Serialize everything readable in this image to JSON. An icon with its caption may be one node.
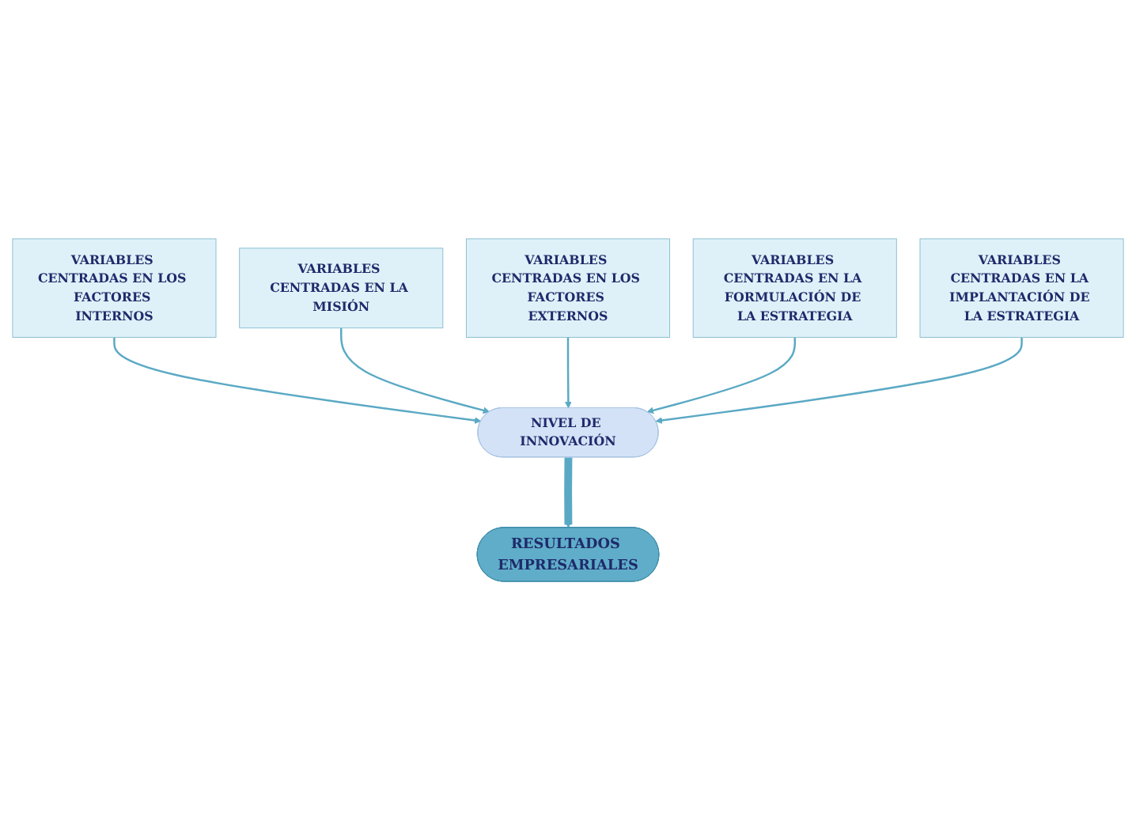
{
  "diagram": {
    "nodes": [
      {
        "text": [
          "VARIABLES CENTRADAS EN LOS FACTORES INTERNOS"
        ]
      },
      {
        "text": [
          "VARIABLES CENTRADAS EN LA MISIÓN"
        ]
      },
      {
        "text": [
          "VARIABLES CENTRADAS EN LOS FACTORES EXTERNOS"
        ]
      },
      {
        "text": [
          "VARIABLES CENTRADAS EN LA FORMULACIÓN DE LA ESTRATEGIA"
        ]
      },
      {
        "text": [
          "NIVEL DE INNOVACIÓN"
        ]
      },
      {
        "text": [
          "VARIABLES CENTRADAS EN LA IMPLANTACIÓN DE LA ESTRATEGIA"
        ]
      },
      {
        "text": [
          "RESULTADOS EMPRESARIALES"
        ]
      }
    ],
    "edges": [
      {
        "from": 0,
        "to": 4,
        "arrow": "to"
      },
      {
        "from": 1,
        "to": 4,
        "arrow": "to"
      },
      {
        "from": 2,
        "to": 4,
        "arrow": "to"
      },
      {
        "from": 3,
        "to": 4,
        "arrow": "to"
      },
      {
        "from": 5,
        "to": 4,
        "arrow": "to"
      },
      {
        "from": 4,
        "to": 6,
        "arrow": "to",
        "style": "thick"
      }
    ]
  }
}
